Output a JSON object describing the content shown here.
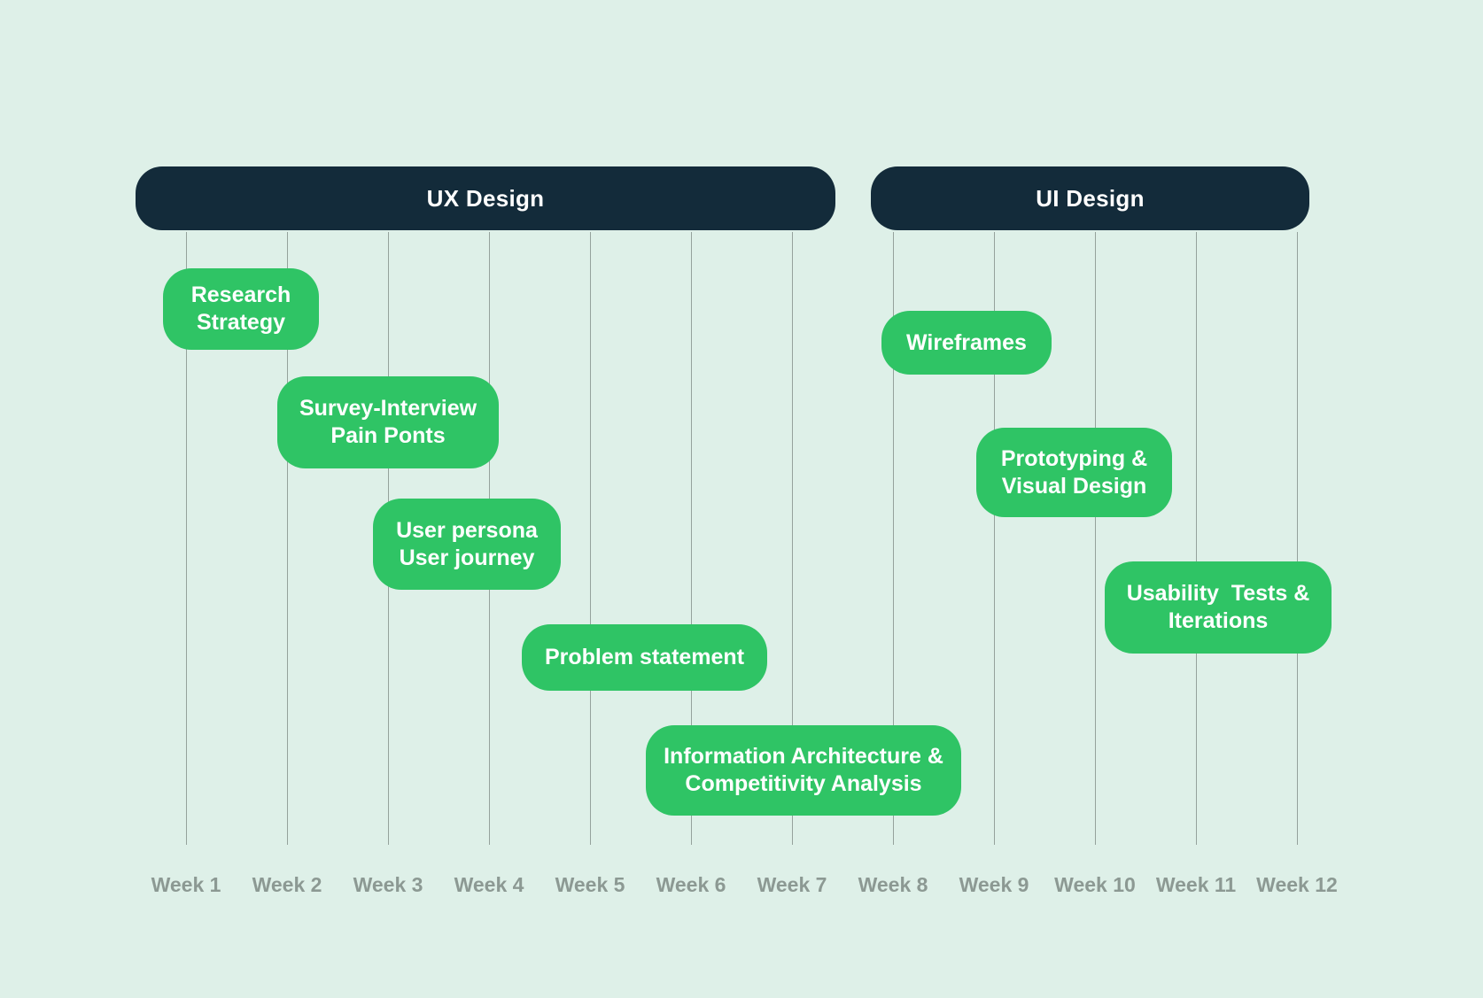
{
  "colors": {
    "background": "#def0e8",
    "task_green": "#2fc465",
    "phase_navy": "#132b3a",
    "gridline": "#95a29c",
    "week_label_gray": "#8c9993",
    "text_white": "#ffffff"
  },
  "phases": [
    {
      "label": "UX Design"
    },
    {
      "label": "UI Design"
    }
  ],
  "tasks": [
    {
      "lines": [
        "Research",
        "Strategy"
      ]
    },
    {
      "lines": [
        "Survey-Interview",
        "Pain Ponts"
      ]
    },
    {
      "lines": [
        "User persona",
        "User journey"
      ]
    },
    {
      "lines": [
        "Problem statement"
      ]
    },
    {
      "lines": [
        "Information Architecture &",
        "Competitivity Analysis"
      ]
    },
    {
      "lines": [
        "Wireframes"
      ]
    },
    {
      "lines": [
        "Prototyping &",
        "Visual Design"
      ]
    },
    {
      "lines": [
        "Usability  Tests &",
        "Iterations"
      ]
    }
  ],
  "timeline": {
    "week_labels": [
      "Week 1",
      "Week 2",
      "Week 3",
      "Week 4",
      "Week 5",
      "Week 6",
      "Week 7",
      "Week 8",
      "Week 9",
      "Week 10",
      "Week 11",
      "Week 12"
    ]
  },
  "chart_data": {
    "type": "bar",
    "variant": "gantt-timeline",
    "title": "",
    "x_axis": {
      "unit": "week",
      "tick_labels": [
        "Week 1",
        "Week 2",
        "Week 3",
        "Week 4",
        "Week 5",
        "Week 6",
        "Week 7",
        "Week 8",
        "Week 9",
        "Week 10",
        "Week 11",
        "Week 12"
      ],
      "range": [
        1,
        12
      ],
      "grid": true
    },
    "phases": [
      {
        "name": "UX Design",
        "week_start": 1,
        "week_end": 7
      },
      {
        "name": "UI Design",
        "week_start": 8,
        "week_end": 12
      }
    ],
    "bars": [
      {
        "label": "Research Strategy",
        "phase": "UX Design",
        "week_start": 1,
        "week_end": 2
      },
      {
        "label": "Survey-Interview Pain Ponts",
        "phase": "UX Design",
        "week_start": 2,
        "week_end": 4
      },
      {
        "label": "User persona User journey",
        "phase": "UX Design",
        "week_start": 3,
        "week_end": 5
      },
      {
        "label": "Problem statement",
        "phase": "UX Design",
        "week_start": 5,
        "week_end": 6
      },
      {
        "label": "Information Architecture & Competitivity Analysis",
        "phase": "UX Design",
        "week_start": 6,
        "week_end": 8
      },
      {
        "label": "Wireframes",
        "phase": "UI Design",
        "week_start": 8,
        "week_end": 9
      },
      {
        "label": "Prototyping & Visual Design",
        "phase": "UI Design",
        "week_start": 9,
        "week_end": 10
      },
      {
        "label": "Usability Tests & Iterations",
        "phase": "UI Design",
        "week_start": 11,
        "week_end": 12
      }
    ],
    "legend": false
  }
}
